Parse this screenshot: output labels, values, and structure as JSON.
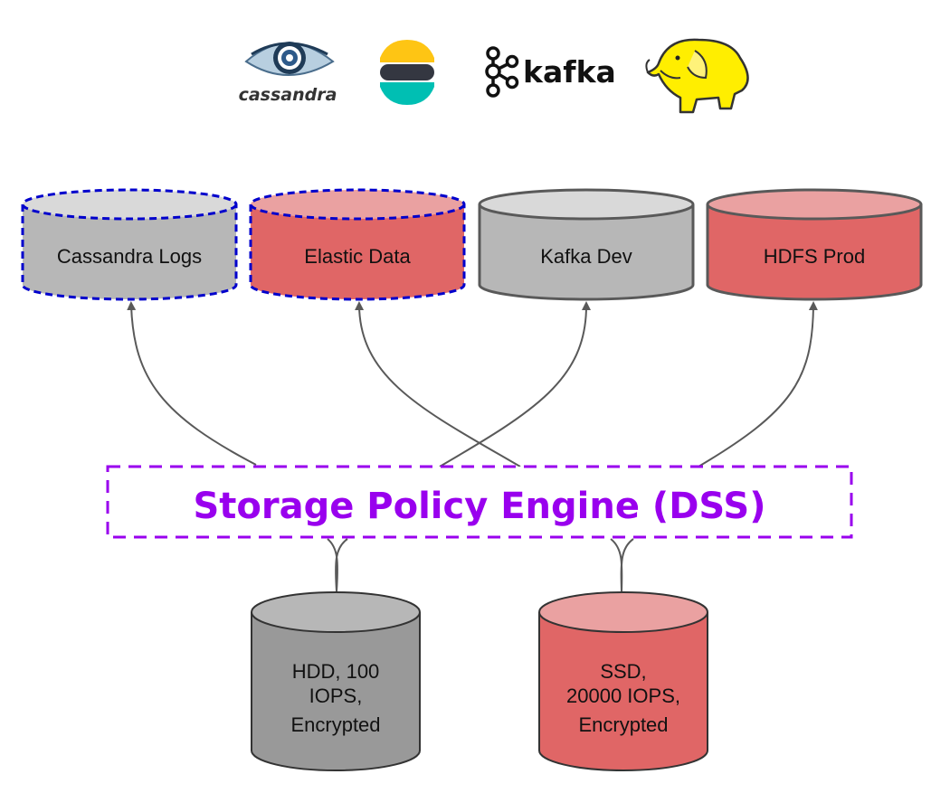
{
  "logos": {
    "cassandra": {
      "label": "cassandra",
      "icon": "cassandra-eye-logo"
    },
    "elastic": {
      "icon": "elastic-logo"
    },
    "kafka": {
      "label": "kafka",
      "icon": "kafka-nodes-logo"
    },
    "hadoop": {
      "icon": "hadoop-elephant-logo"
    }
  },
  "volumes": [
    {
      "label": "Cassandra Logs",
      "style": "gray",
      "border": "dashed-blue"
    },
    {
      "label": "Elastic Data",
      "style": "red",
      "border": "dashed-blue"
    },
    {
      "label": "Kafka Dev",
      "style": "gray",
      "border": "solid"
    },
    {
      "label": "HDFS Prod",
      "style": "red",
      "border": "solid"
    }
  ],
  "engine": {
    "label": "Storage Policy Engine (DSS)",
    "color": "#9900ee"
  },
  "pools": [
    {
      "lines": [
        "HDD, 100",
        "IOPS,",
        "Encrypted"
      ],
      "style": "dark-gray"
    },
    {
      "lines": [
        "SSD,",
        "20000 IOPS,",
        "Encrypted"
      ],
      "style": "red"
    }
  ],
  "colors": {
    "gray_body": "#b7b7b7",
    "gray_top": "#d9d9d9",
    "dark_gray_body": "#999999",
    "dark_gray_top": "#b7b7b7",
    "red_body": "#e06666",
    "red_top": "#eaa1a1",
    "dashed_border": "#0000cc",
    "solid_border": "#595959",
    "arrow": "#595959",
    "engine_border": "#9900ee"
  }
}
